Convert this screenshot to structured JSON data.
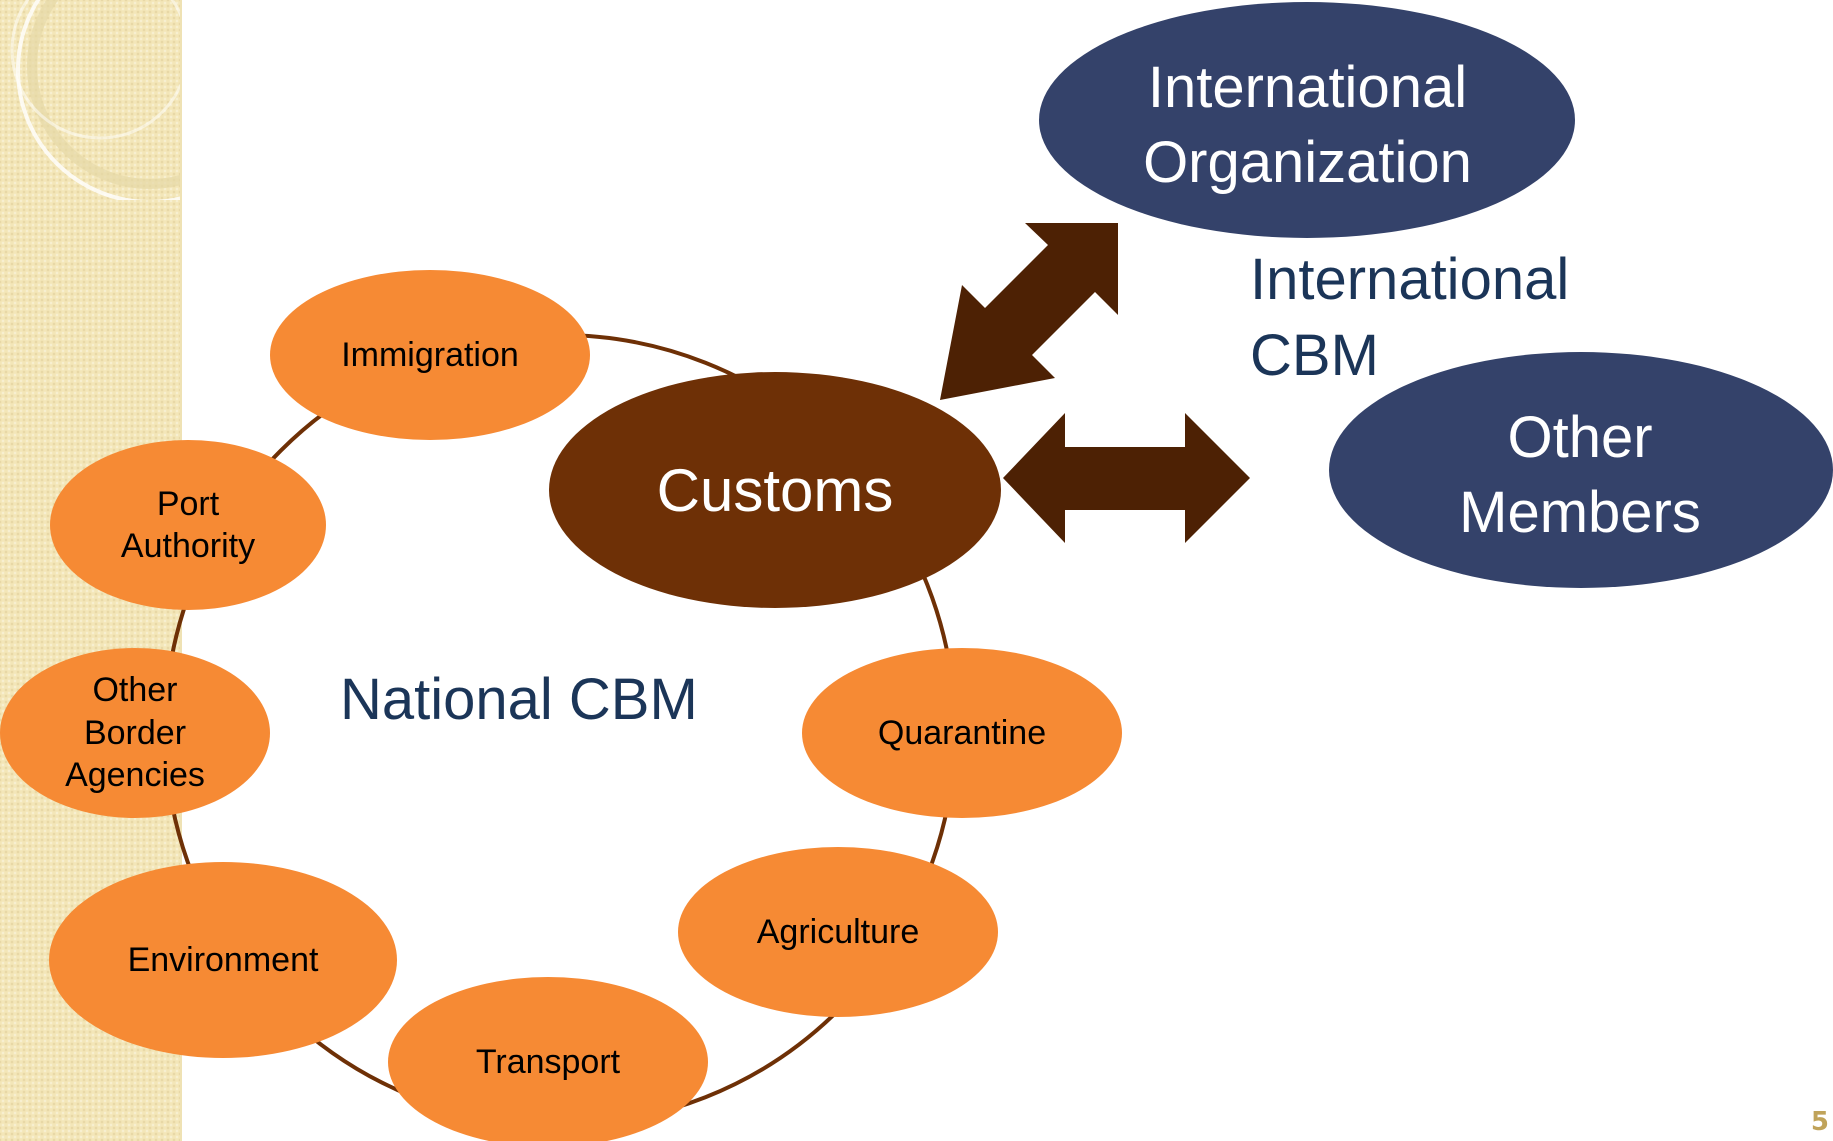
{
  "center_node": "Customs",
  "national_nodes": [
    {
      "id": "immigration",
      "label": "Immigration"
    },
    {
      "id": "port-authority",
      "label": "Port\nAuthority"
    },
    {
      "id": "other-border-agencies",
      "label": "Other\nBorder\nAgencies"
    },
    {
      "id": "environment",
      "label": "Environment"
    },
    {
      "id": "transport",
      "label": "Transport"
    },
    {
      "id": "agriculture",
      "label": "Agriculture"
    },
    {
      "id": "quarantine",
      "label": "Quarantine"
    }
  ],
  "national_label": "National CBM",
  "international_nodes": [
    {
      "id": "international-organization",
      "label": "International\nOrganization"
    },
    {
      "id": "other-members",
      "label": "Other\nMembers"
    }
  ],
  "international_label": "International\nCBM",
  "page_number": "5",
  "colors": {
    "orange_node": "#f68a34",
    "customs_node": "#6e3006",
    "navy_node": "#34426a",
    "arrow": "#4d2104",
    "ring": "#6e3006",
    "label_navy": "#1b3558",
    "sidebar": "#f3e6b8"
  }
}
